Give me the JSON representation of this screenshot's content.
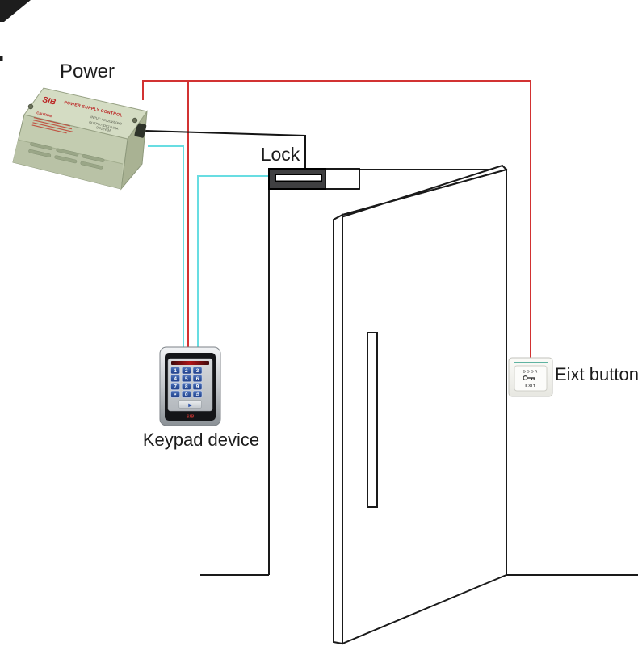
{
  "labels": {
    "power": "Power",
    "lock": "Lock",
    "keypad": "Keypad device",
    "exit": "Eixt button"
  },
  "power_supply": {
    "brand": "SIB",
    "title": "POWER SUPPLY CONTROL",
    "caution": "CAUTION",
    "spec1": "INPUT: AC220V/50HZ",
    "spec2": "OUTPUT: DC12V/3A",
    "spec3": "DC12V/3A"
  },
  "keypad": {
    "keys": [
      "1",
      "2",
      "3",
      "4",
      "5",
      "6",
      "7",
      "8",
      "9",
      "*",
      "0",
      "#"
    ],
    "function_glyph": "▶",
    "brand": "SIB"
  },
  "exit_button": {
    "door": "DOOR",
    "exit": "EXIT"
  },
  "colors": {
    "wire_power": "#d23232",
    "wire_signal": "#68dde2",
    "wire_lock": "#141414",
    "outline": "#1a1a1a",
    "lock_body": "#3f3f41",
    "box_top": "#d4dcc3",
    "box_front": "#c3ccb0",
    "box_brand_red": "#bb2222"
  }
}
